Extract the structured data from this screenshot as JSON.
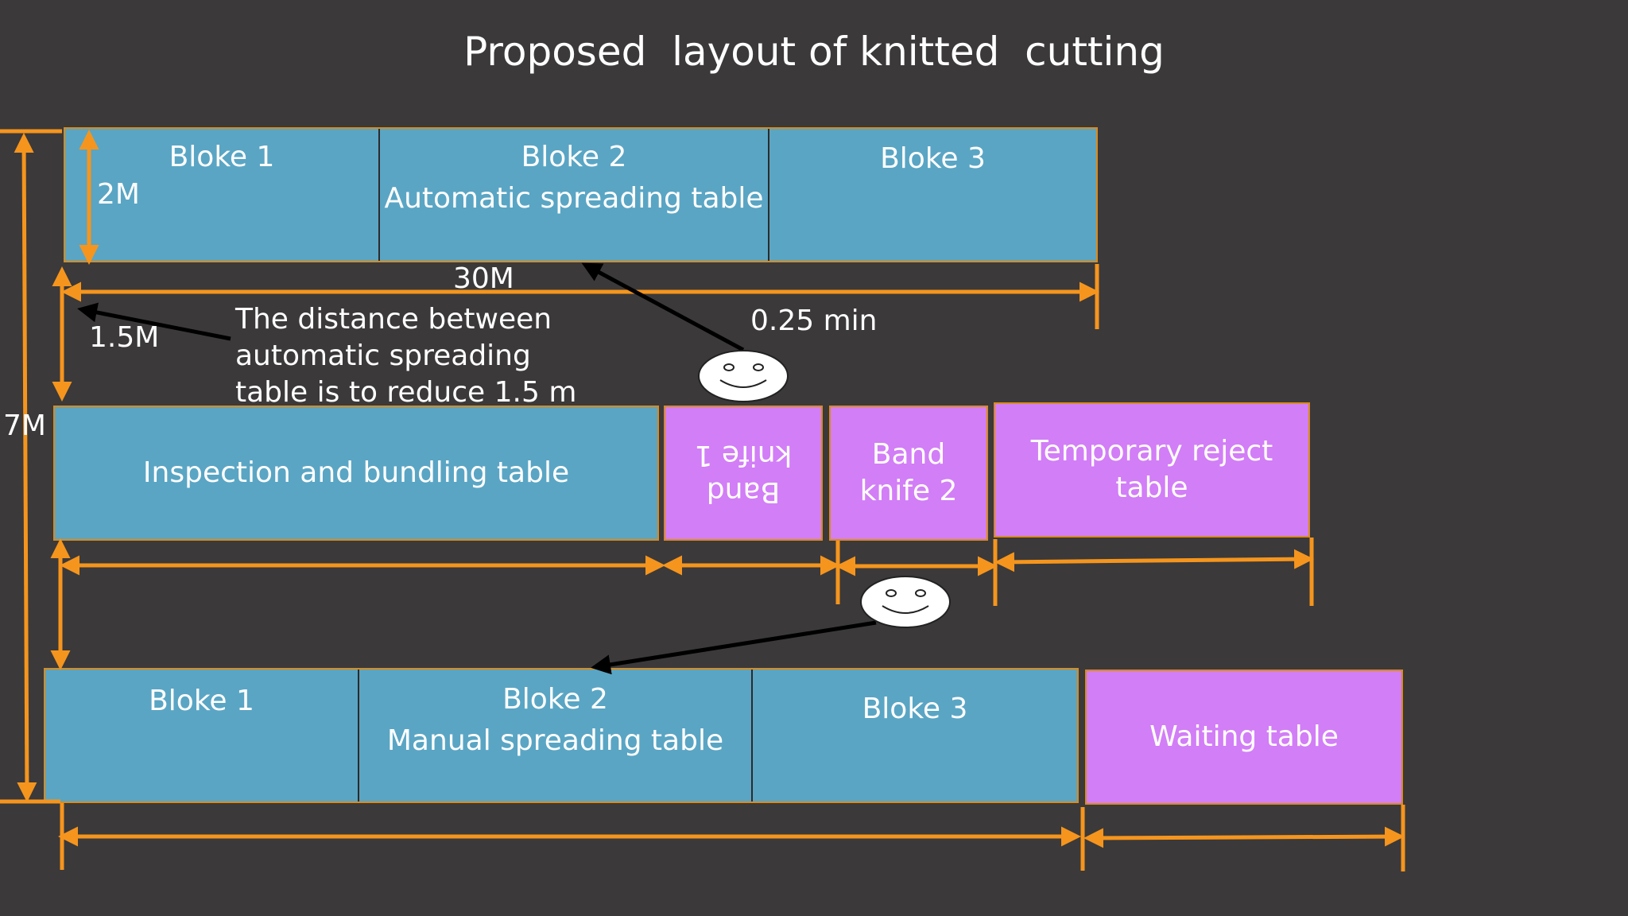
{
  "title": "Proposed  layout of knitted  cutting",
  "colors": {
    "background": "#3b393a",
    "table_blue": "#5aa5c4",
    "table_pink": "#d27ef6",
    "dimension_orange": "#f5951d",
    "pointer_black": "#000000"
  },
  "automatic_table": {
    "blocks": [
      {
        "line1": "Bloke 1",
        "line2": ""
      },
      {
        "line1": "Bloke 2",
        "line2": "Automatic spreading table"
      },
      {
        "line1": "Bloke 3",
        "line2": ""
      }
    ]
  },
  "middle_row": {
    "inspection": "Inspection and bundling table",
    "band_knife_1": "Band\nknife 1",
    "band_knife_2": "Band\nknife 2",
    "temporary_reject": "Temporary reject\ntable"
  },
  "manual_table": {
    "blocks": [
      {
        "line1": "Bloke 1",
        "line2": ""
      },
      {
        "line1": "Bloke 2",
        "line2": "Manual spreading table"
      },
      {
        "line1": "Bloke 3",
        "line2": ""
      }
    ],
    "waiting": "Waiting table"
  },
  "dimensions": {
    "height_2m": "2M",
    "length_30m": "30M",
    "gap_1_5m": "1.5M",
    "total_7m": "7M",
    "time": "0.25 min"
  },
  "note": {
    "line1": "The distance between",
    "line2": "automatic spreading",
    "line3": "table is to reduce 1.5 m"
  },
  "icons": [
    "smiley-face-icon",
    "smiley-face-icon"
  ]
}
